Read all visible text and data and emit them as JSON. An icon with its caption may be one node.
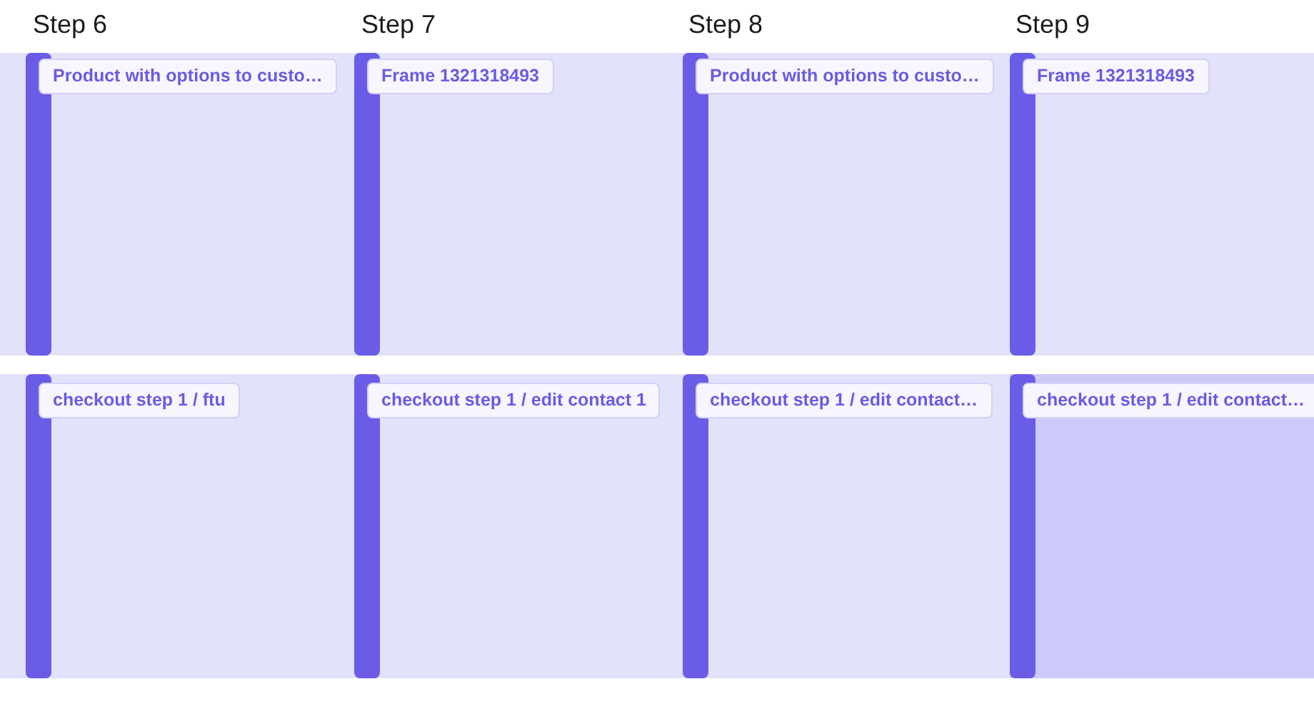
{
  "diagram": {
    "nodes": [
      {
        "text": [
          "Product with options to custo…"
        ]
      },
      {
        "text": [
          "Frame 1321318493"
        ]
      },
      {
        "text": [
          "Product with options to custo…"
        ]
      },
      {
        "text": [
          "Frame 1321318493"
        ]
      },
      {
        "text": [
          "checkout step 1 / ftu"
        ]
      },
      {
        "text": [
          "checkout step 1 / edit contact 1"
        ]
      },
      {
        "text": [
          "checkout step 1 / edit contact…"
        ]
      },
      {
        "text": [
          "checkout step 1 / edit contact…"
        ]
      }
    ],
    "labels": [
      "Step 6",
      "Step 7",
      "Step 8",
      "Step 9"
    ]
  }
}
